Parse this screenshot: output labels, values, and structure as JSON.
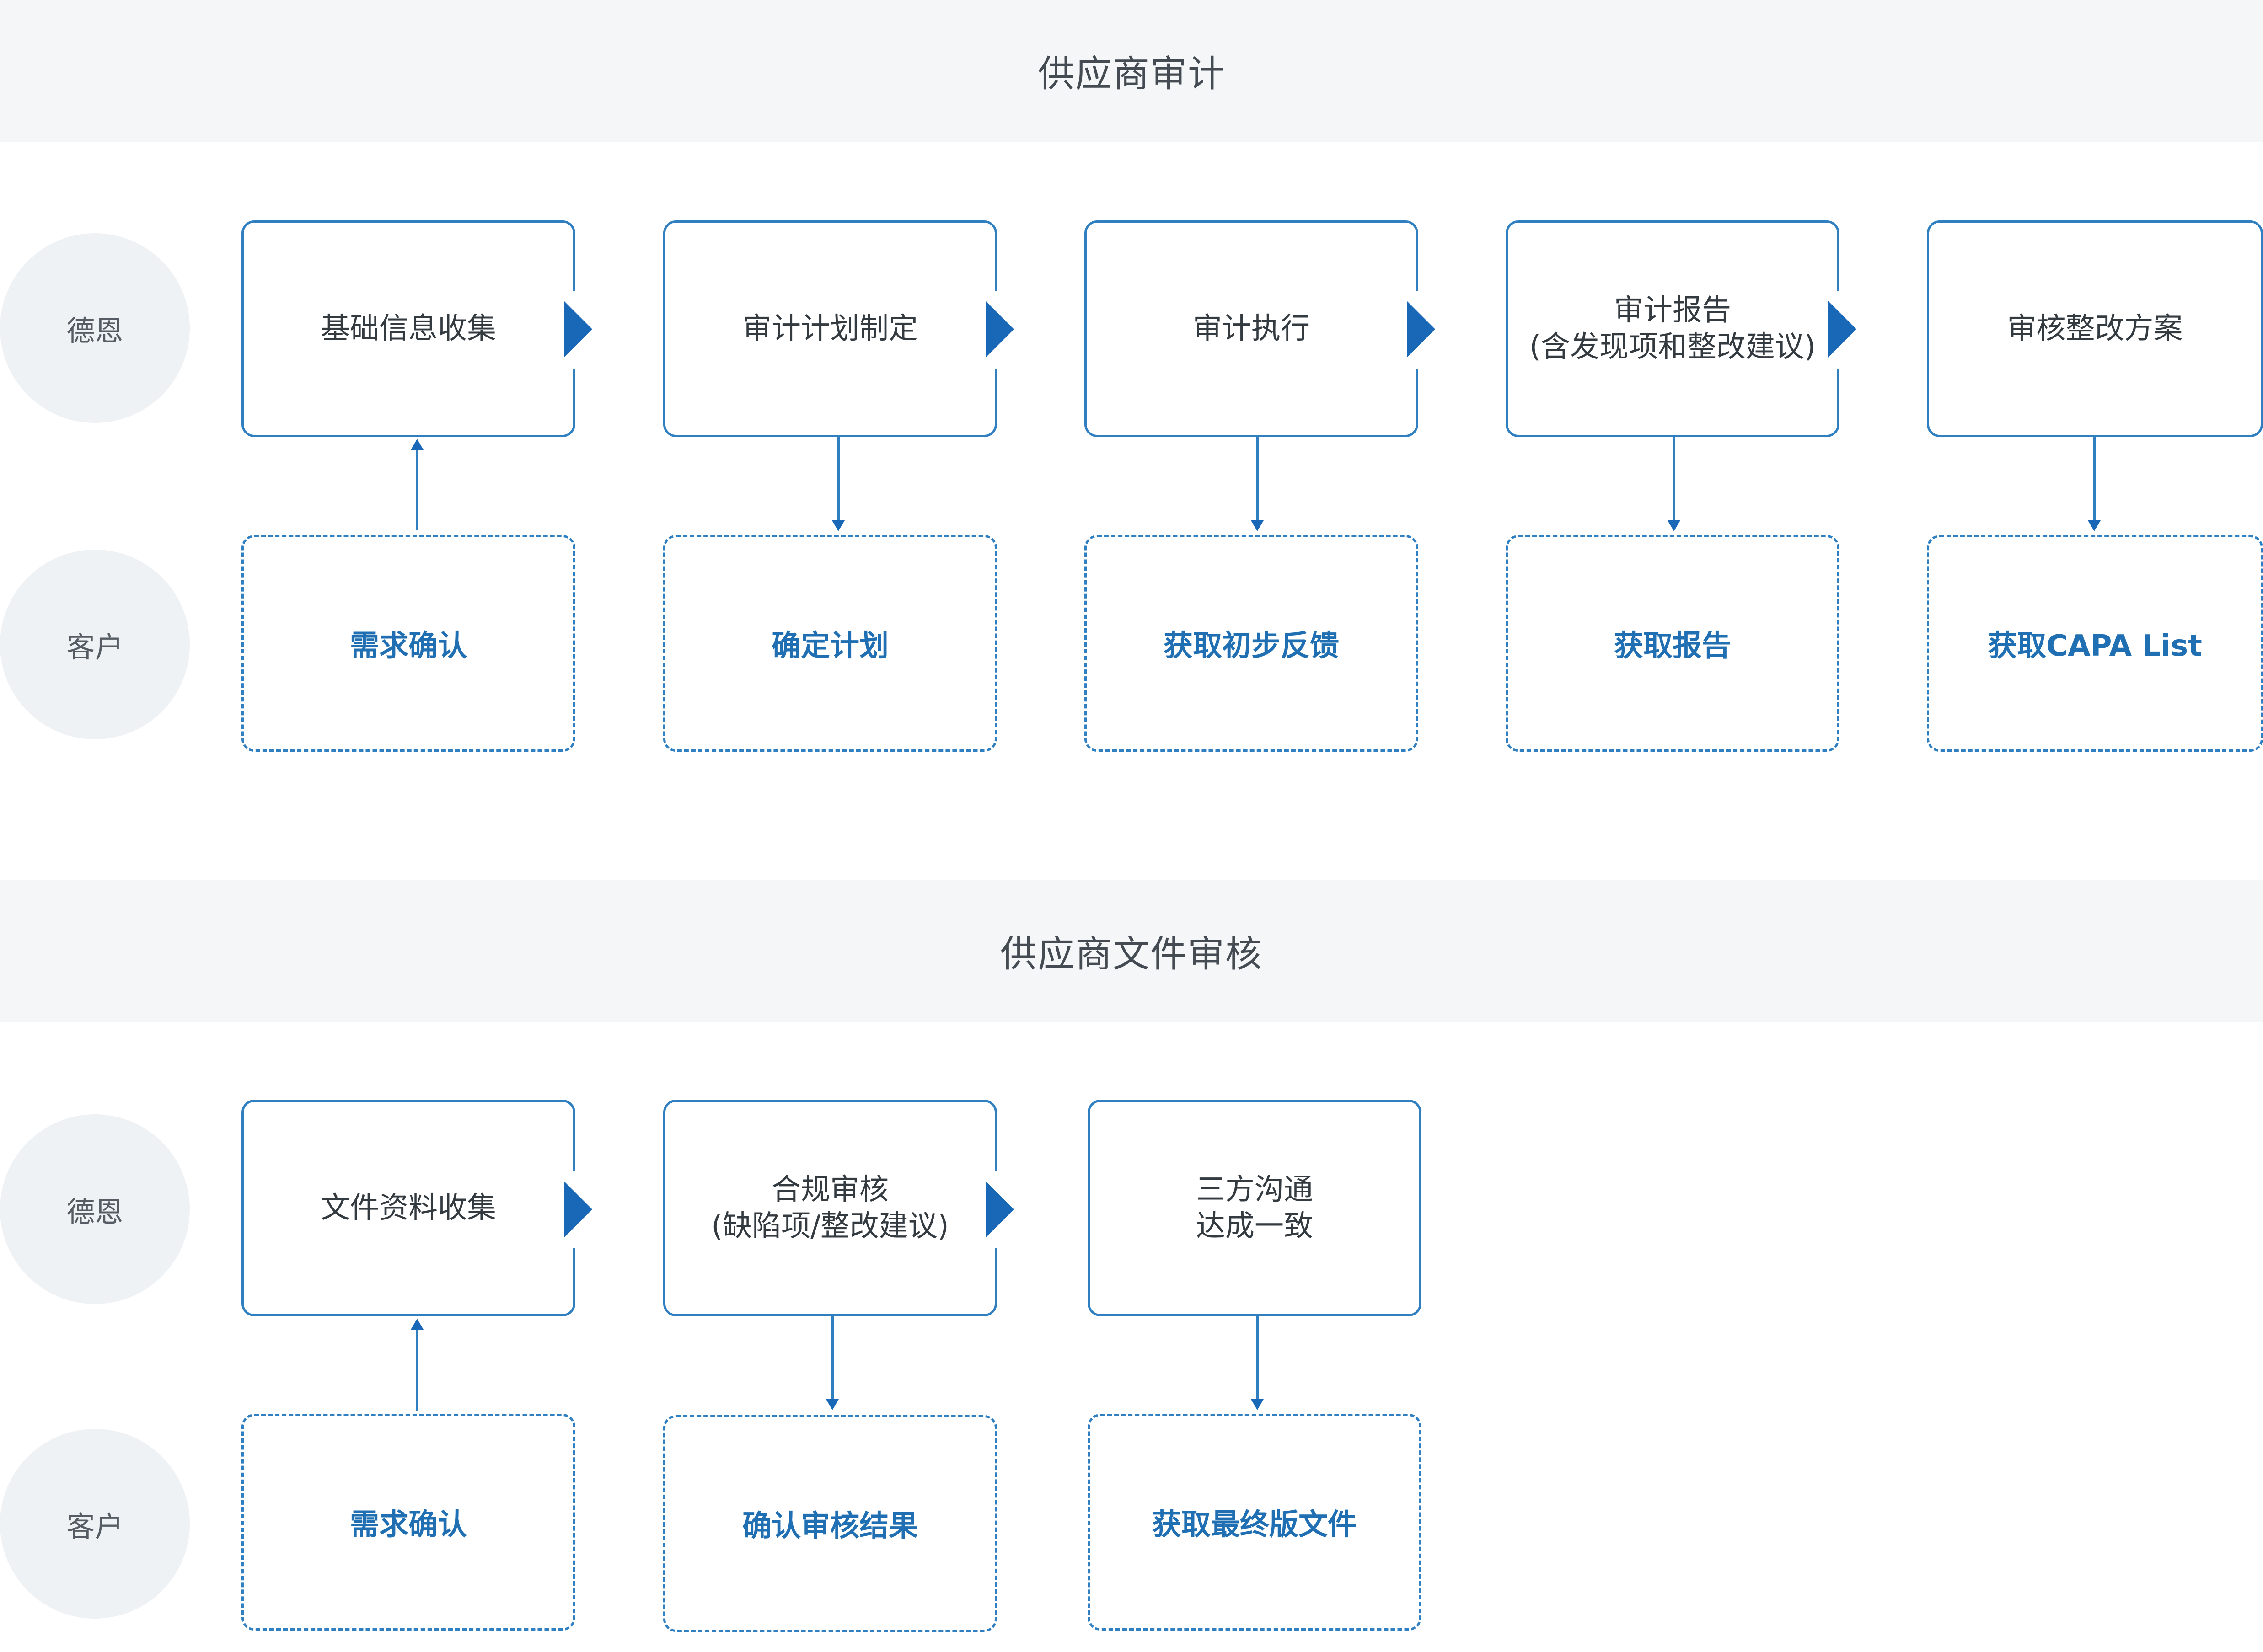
{
  "sections": [
    {
      "title": "供应商审计",
      "roles": {
        "top": "德恩",
        "bottom": "客户"
      },
      "deen_steps": [
        "基础信息收集",
        "审计计划制定",
        "审计执行",
        "审计报告\n(含发现项和整改建议)",
        "审核整改方案"
      ],
      "client_steps": [
        "需求确认",
        "确定计划",
        "获取初步反馈",
        "获取报告",
        "获取CAPA List"
      ]
    },
    {
      "title": "供应商文件审核",
      "roles": {
        "top": "德恩",
        "bottom": "客户"
      },
      "deen_steps": [
        "文件资料收集",
        "合规审核\n(缺陷项/整改建议)",
        "三方沟通\n达成一致"
      ],
      "client_steps": [
        "需求确认",
        "确认审核结果",
        "获取最终版文件"
      ]
    }
  ],
  "colors": {
    "accent": "#1968b8",
    "border": "#2f7fc1",
    "band": "#f4f6f8",
    "role_circle": "#eff2f5"
  }
}
